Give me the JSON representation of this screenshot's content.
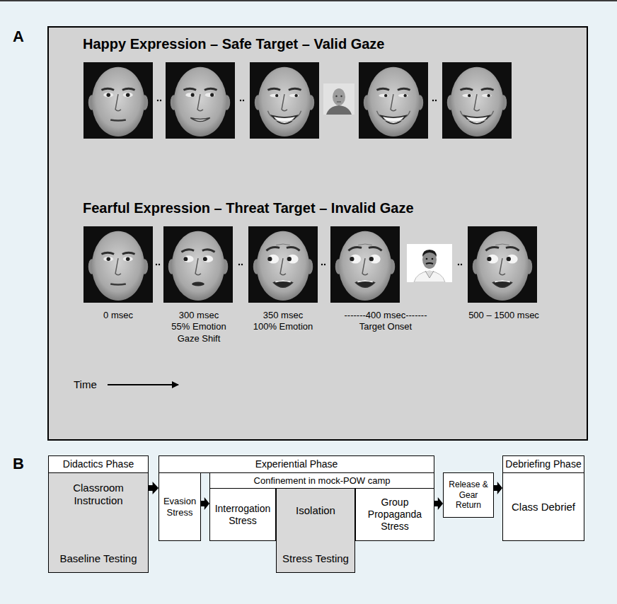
{
  "diagram": {
    "nodes": [
      {
        "text": [
          "Didactics Phase"
        ]
      },
      {
        "text": [
          "Classroom Instruction",
          "Baseline Testing"
        ]
      },
      {
        "text": [
          "Experiential Phase"
        ]
      },
      {
        "text": [
          "Evasion Stress"
        ]
      },
      {
        "text": [
          "Confinement in mock-POW camp"
        ]
      },
      {
        "text": [
          "Interrogation Stress"
        ]
      },
      {
        "text": [
          "Isolation",
          "Stress Testing"
        ]
      },
      {
        "text": [
          "Group Propaganda Stress"
        ]
      },
      {
        "text": [
          "Release & Gear Return"
        ]
      },
      {
        "text": [
          "Debriefing Phase"
        ]
      },
      {
        "text": [
          "Class Debrief"
        ]
      }
    ],
    "edges": [
      {
        "from": 1,
        "to": 3,
        "arrow": "to"
      },
      {
        "from": 3,
        "to": 5,
        "arrow": "to"
      },
      {
        "from": 7,
        "to": 8,
        "arrow": "to"
      },
      {
        "from": 8,
        "to": 10,
        "arrow": "to"
      }
    ],
    "labels": [
      "A",
      "Happy Expression – Safe Target – Valid Gaze",
      "Fearful Expression – Threat Target – Invalid Gaze",
      "0 msec",
      "300 msec 55% Emotion Gaze Shift",
      "350 msec 100% Emotion",
      "-------400 msec------- Target Onset",
      "500 – 1500 msec",
      "Time",
      "B"
    ]
  }
}
